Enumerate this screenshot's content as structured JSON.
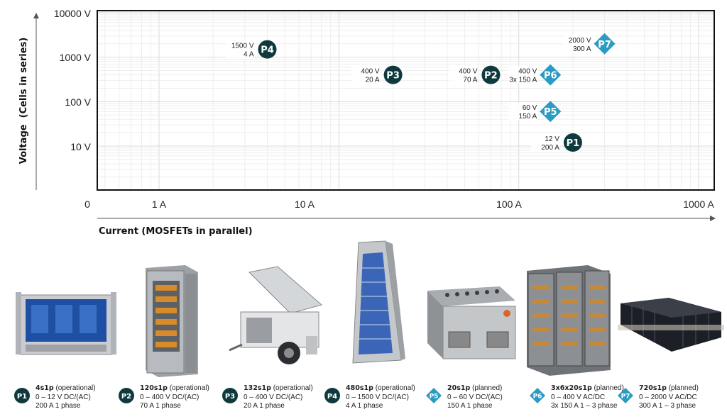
{
  "chart_data": {
    "type": "scatter",
    "xlabel": "Current (MOSFETs in parallel)",
    "ylabel": "Voltage  (Cells in series)",
    "x_scale": "log",
    "y_scale": "log",
    "x_ticks": [
      "0",
      "1 A",
      "10 A",
      "100 A",
      "1000 A"
    ],
    "y_ticks": [
      "10000 V",
      "1000 V",
      "100 V",
      "10 V"
    ],
    "xlim": [
      0.4,
      1000
    ],
    "ylim": [
      1.4,
      10000
    ],
    "grid": true,
    "colors": {
      "operational": "#0f3a3d",
      "planned": "#2a9bc2"
    },
    "points": [
      {
        "id": "P1",
        "x": 200,
        "y": 12,
        "label_v": "12 V",
        "label_a": "200 A",
        "shape": "circle",
        "status": "operational"
      },
      {
        "id": "P2",
        "x": 70,
        "y": 400,
        "label_v": "400 V",
        "label_a": "70 A",
        "shape": "circle",
        "status": "operational"
      },
      {
        "id": "P3",
        "x": 20,
        "y": 400,
        "label_v": "400 V",
        "label_a": "20 A",
        "shape": "circle",
        "status": "operational"
      },
      {
        "id": "P4",
        "x": 4,
        "y": 1500,
        "label_v": "1500 V",
        "label_a": "4 A",
        "shape": "circle",
        "status": "operational"
      },
      {
        "id": "P5",
        "x": 150,
        "y": 60,
        "label_v": "60 V",
        "label_a": "150 A",
        "shape": "diamond",
        "status": "planned"
      },
      {
        "id": "P6",
        "x": 150,
        "y": 400,
        "label_v": "400 V",
        "label_a": "3x 150 A",
        "shape": "diamond",
        "status": "planned"
      },
      {
        "id": "P7",
        "x": 300,
        "y": 2000,
        "label_v": "2000 V",
        "label_a": "300 A",
        "shape": "diamond",
        "status": "planned"
      }
    ]
  },
  "products": [
    {
      "id": "P1",
      "shape": "circle",
      "config": "4s1p",
      "status": "(operational)",
      "line2": "0 – 12 V DC/(AC)",
      "line3": "200 A  1 phase"
    },
    {
      "id": "P2",
      "shape": "circle",
      "config": "120s1p",
      "status": "(operational)",
      "line2": "0 – 400 V DC/(AC)",
      "line3": "70 A  1 phase"
    },
    {
      "id": "P3",
      "shape": "circle",
      "config": "132s1p",
      "status": "(operational)",
      "line2": "0 – 400 V DC/(AC)",
      "line3": "20 A  1 phase"
    },
    {
      "id": "P4",
      "shape": "circle",
      "config": "480s1p",
      "status": "(operational)",
      "line2": "0 – 1500 V DC/(AC)",
      "line3": "4 A  1 phase"
    },
    {
      "id": "P5",
      "shape": "diamond",
      "config": "20s1p",
      "status": "(planned)",
      "line2": "0 – 60 V DC/(AC)",
      "line3": "150 A  1 phase"
    },
    {
      "id": "P6",
      "shape": "diamond",
      "config": "3x6x20s1p",
      "status": "(planned)",
      "line2": "0 – 400 V AC/DC",
      "line3": "3x 150 A  1 – 3 phase"
    },
    {
      "id": "P7",
      "shape": "diamond",
      "config": "720s1p",
      "status": "(planned)",
      "line2": "0 – 2000 V AC/DC",
      "line3": "300 A  1 – 3 phase"
    }
  ]
}
